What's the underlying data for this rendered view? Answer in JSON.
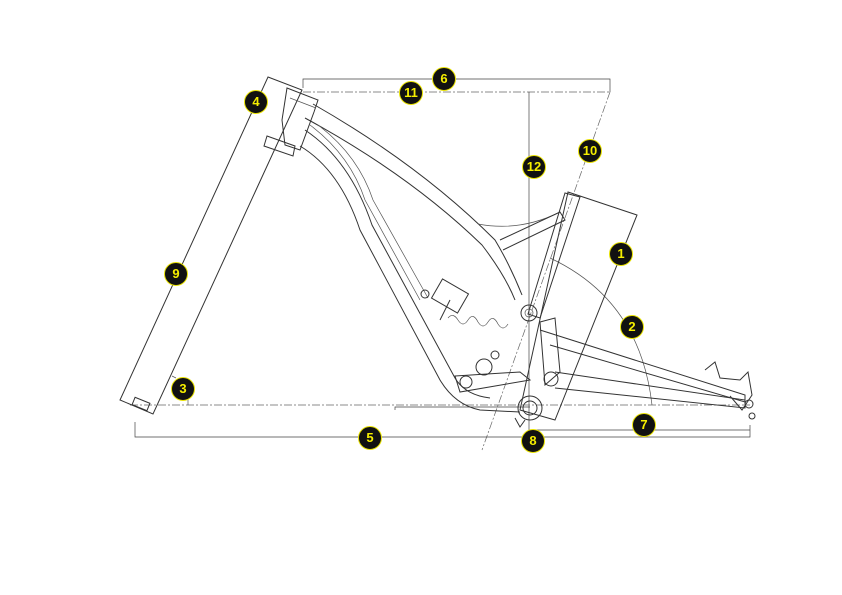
{
  "diagram": {
    "title": "Bike frame geometry",
    "callouts": [
      {
        "id": "1",
        "label": "1"
      },
      {
        "id": "2",
        "label": "2"
      },
      {
        "id": "3",
        "label": "3"
      },
      {
        "id": "4",
        "label": "4"
      },
      {
        "id": "5",
        "label": "5"
      },
      {
        "id": "6",
        "label": "6"
      },
      {
        "id": "7",
        "label": "7"
      },
      {
        "id": "8",
        "label": "8"
      },
      {
        "id": "9",
        "label": "9"
      },
      {
        "id": "10",
        "label": "10"
      },
      {
        "id": "11",
        "label": "11"
      },
      {
        "id": "12",
        "label": "12"
      }
    ],
    "colors": {
      "badge_fill": "#111111",
      "badge_text": "#f5ee00",
      "line": "#333333"
    }
  }
}
